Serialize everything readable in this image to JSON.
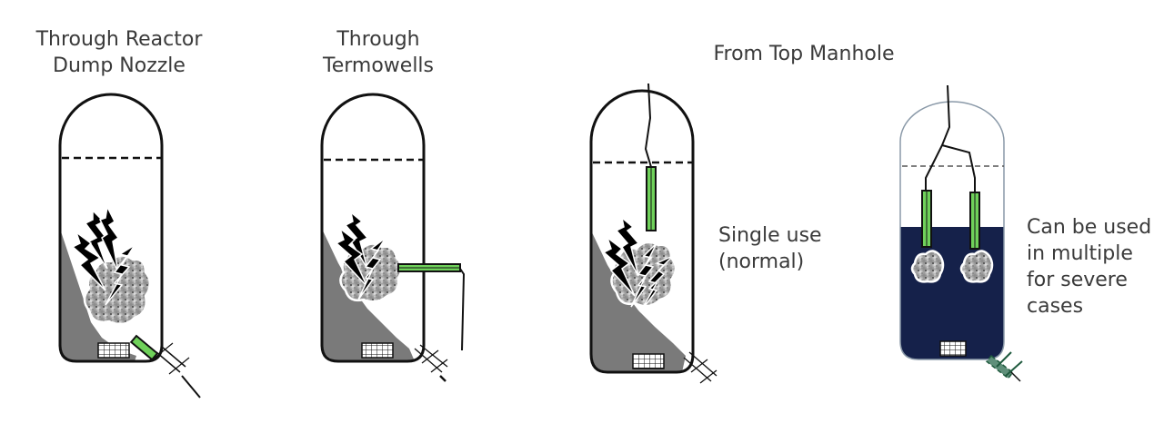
{
  "titles": {
    "dump_nozzle": [
      "Through Reactor",
      "Dump Nozzle"
    ],
    "termowells": [
      "Through",
      "Termowells"
    ],
    "top_manhole": "From Top Manhole"
  },
  "notes": {
    "single_use": [
      "Single use",
      "(normal)"
    ],
    "multiple": [
      "Can be used",
      "in multiple",
      "for severe",
      "cases"
    ]
  },
  "colors": {
    "outline": "#111111",
    "catalyst": "#7a7a7a",
    "liquid": "#15214a",
    "charge": "#6fd15a",
    "nozzle_green": "#1f5a3e",
    "text": "#3a3a3a"
  },
  "icons": [
    "lightning-bolt-icon",
    "blast-cloud-icon",
    "mesh-screen-icon"
  ]
}
